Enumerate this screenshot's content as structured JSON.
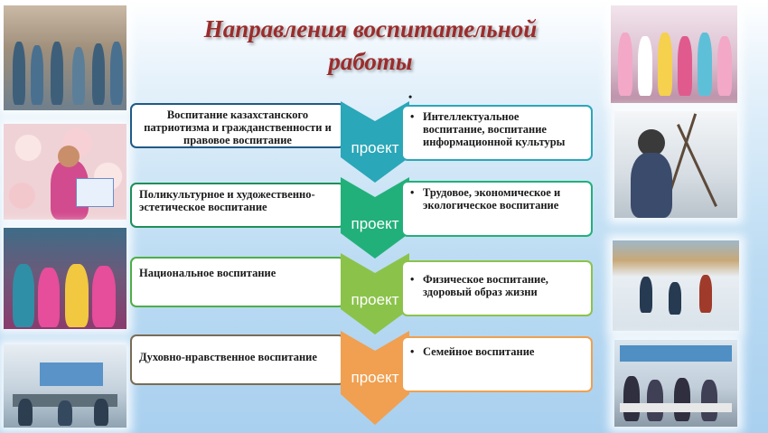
{
  "title": {
    "line1": "Направления воспитательной",
    "line2": "работы"
  },
  "rows": [
    {
      "left": "Воспитание казахстанского патриотизма и гражданственности и правовое воспитание",
      "label": "проект",
      "right_top_bullet": "•",
      "right_bullet": "•",
      "right": "Интеллектуальное воспитание, воспитание информационной культуры",
      "color": "#2aa7b8"
    },
    {
      "left": "Поликультурное  и художественно-эстетическое воспитание",
      "label": "проект",
      "right_bullet": "•",
      "right": "Трудовое, экономическое и экологическое воспитание",
      "color": "#22b07a"
    },
    {
      "left": "Национальное воспитание",
      "label": "проект",
      "right_bullet": "•",
      "right": "Физическое воспитание, здоровый образ жизни",
      "color": "#8bc34a"
    },
    {
      "left": "Духовно-нравственное  воспитание",
      "label": "проект",
      "right_bullet": "•",
      "right": "Семейное воспитание",
      "color": "#f0a050"
    }
  ],
  "colors": {
    "title": "#9b2c2c",
    "background_top": "#ffffff",
    "background_bottom": "#a9d0ef"
  }
}
